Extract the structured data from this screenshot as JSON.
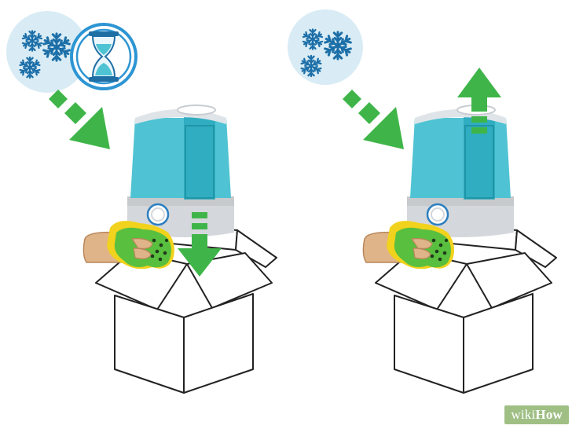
{
  "watermark": {
    "part1": "wiki",
    "part2": "How"
  },
  "colors": {
    "water": "#4fc3d3",
    "water_dark": "#2aa9bc",
    "tank_top": "#dfe4e9",
    "base": "#d4d7db",
    "arrow_green": "#3fb549",
    "snow_bg": "#d9ecf5",
    "snowflake": "#1d6fa8",
    "hourglass_ring": "#2d95d3",
    "sponge_green": "#59bf3f",
    "sponge_yellow": "#f1d21c",
    "skin": "#e0b489",
    "box_stroke": "#222222"
  },
  "panels": [
    {
      "icons": [
        "snowflake-icon",
        "hourglass-icon"
      ],
      "arrow": "down"
    },
    {
      "icons": [
        "snowflake-icon"
      ],
      "arrow": "up"
    }
  ]
}
